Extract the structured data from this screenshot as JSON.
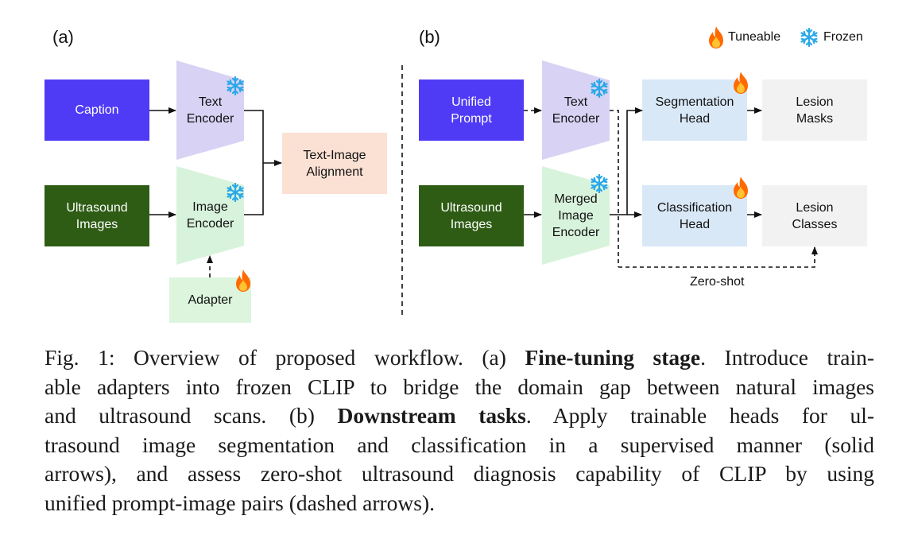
{
  "panel_a": {
    "label": "(a)",
    "caption_box": "Caption",
    "ultrasound_box": "Ultrasound\nImages",
    "text_encoder": "Text\nEncoder",
    "image_encoder": "Image\nEncoder",
    "alignment_box": "Text-Image\nAlignment",
    "adapter_box": "Adapter"
  },
  "panel_b": {
    "label": "(b)",
    "prompt_box": "Unified\nPrompt",
    "ultrasound_box": "Ultrasound\nImages",
    "text_encoder": "Text\nEncoder",
    "image_encoder": "Merged\nImage\nEncoder",
    "seg_head": "Segmentation\nHead",
    "cls_head": "Classification\nHead",
    "masks_box": "Lesion\nMasks",
    "classes_box": "Lesion\nClasses",
    "zero_shot": "Zero-shot"
  },
  "legend": {
    "tuneable": "Tuneable",
    "frozen": "Frozen"
  },
  "colors": {
    "blue_box": "#4f3bf5",
    "green_box": "#2e5c14",
    "text_encoder": "#d8d2f4",
    "image_encoder": "#d8f3dc",
    "alignment": "#fbe0d4",
    "adapter": "#dcf5dc",
    "head": "#d9e8f7",
    "output": "#f2f2f2",
    "snowflake": "#29a8e8",
    "flame": "#ff6a00"
  },
  "caption": {
    "fig_label": "Fig. 1:",
    "line1_a": "Overview of proposed workflow. (a)",
    "bold1": "Fine-tuning stage",
    "line1_b": ". Introduce train-",
    "line2": "able adapters into frozen CLIP to bridge the domain gap between natural images",
    "line3_a": "and ultrasound scans. (b)",
    "bold2": "Downstream tasks",
    "line3_b": ". Apply trainable heads for ul-",
    "line4": "trasound image segmentation and classification in a supervised manner (solid",
    "line5": "arrows), and assess zero-shot ultrasound diagnosis capability of CLIP by using",
    "line6": "unified prompt-image pairs (dashed arrows)."
  }
}
